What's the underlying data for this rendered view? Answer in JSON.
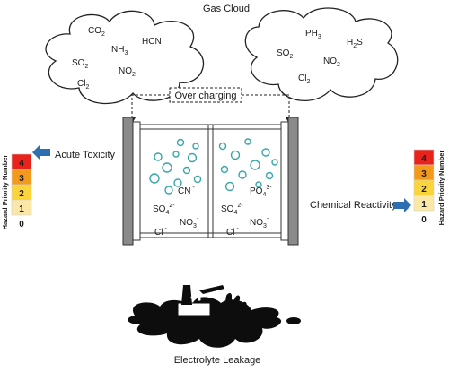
{
  "labels": {
    "gas_cloud": "Gas Cloud",
    "over_charging": "Over charging",
    "acute_toxicity": "Acute Toxicity",
    "chemical_reactivity": "Chemical Reactivity",
    "electrolyte_leakage": "Electrolyte Leakage"
  },
  "cloud_left": {
    "gases": [
      {
        "base": "CO",
        "sub": "2"
      },
      {
        "base": "NH",
        "sub": "3"
      },
      {
        "base": "HCN",
        "sub": ""
      },
      {
        "base": "SO",
        "sub": "2"
      },
      {
        "base": "NO",
        "sub": "2"
      },
      {
        "base": "Cl",
        "sub": "2"
      }
    ]
  },
  "cloud_right": {
    "gases": [
      {
        "base": "PH",
        "sub": "3"
      },
      {
        "base": "H",
        "sub": "2",
        "tail": "S"
      },
      {
        "base": "SO",
        "sub": "2"
      },
      {
        "base": "NO",
        "sub": "2"
      },
      {
        "base": "Cl",
        "sub": "2"
      }
    ]
  },
  "cell_left": {
    "ions": [
      {
        "base": "CN",
        "sup": "-"
      },
      {
        "base": "SO",
        "sub": "4",
        "sup": "2-"
      },
      {
        "base": "NO",
        "sub": "3",
        "sup": "-"
      },
      {
        "base": "Cl",
        "sup": "-"
      }
    ]
  },
  "cell_right": {
    "ions": [
      {
        "base": "PO",
        "sub": "4",
        "sup": "3-"
      },
      {
        "base": "SO",
        "sub": "4",
        "sup": "2-"
      },
      {
        "base": "NO",
        "sub": "3",
        "sup": "-"
      },
      {
        "base": "Cl",
        "sup": "-"
      }
    ]
  },
  "hazard_scale": {
    "axis_label": "Hazard Priority Number",
    "levels": [
      {
        "value": "4",
        "color": "#e8231c"
      },
      {
        "value": "3",
        "color": "#f39a1c"
      },
      {
        "value": "2",
        "color": "#fbd33a"
      },
      {
        "value": "1",
        "color": "#fbe8a6"
      },
      {
        "value": "0",
        "color": "#ffffff"
      }
    ]
  },
  "colors": {
    "bubble": "#3aa6a6",
    "arrow": "#2d6fb0",
    "electrode": "#8a8a8a"
  }
}
